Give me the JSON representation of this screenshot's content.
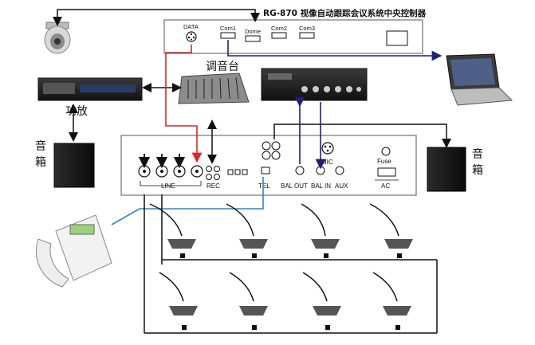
{
  "controller": {
    "title": "RG-870 视像自动跟踪会议系统中央控制器",
    "ports": {
      "data": "DATA",
      "com1": "Com1",
      "dome": "Dome",
      "com2": "Com2",
      "com3": "Com3"
    }
  },
  "devices": {
    "mixer": "调音台",
    "amplifier": "功放",
    "speaker_left": "音箱",
    "speaker_right": "音箱"
  },
  "main_unit": {
    "line": "LINE",
    "rec": "REC",
    "tel": "TEL",
    "bal_out": "BAL OUT",
    "bal_in": "BAL IN",
    "aux": "AUX",
    "mic": "MIC",
    "fuse": "Fuse",
    "ac": "AC"
  },
  "colors": {
    "red": "#d22a2a",
    "navy": "#1f1f7a",
    "cyan": "#2a86c8",
    "black": "#111111"
  }
}
